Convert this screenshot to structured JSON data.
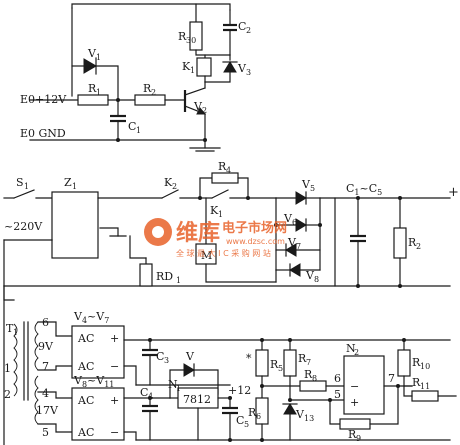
{
  "top_circuit": {
    "supply_label": "E0+12V",
    "ground_label": "E0  GND",
    "r30": "R",
    "r30_sub": "30",
    "c2": "C",
    "c2_sub": "2",
    "k1": "K",
    "k1_sub": "1",
    "v3": "V",
    "v3_sub": "3",
    "v1": "V",
    "v1_sub": "1",
    "r1": "R",
    "r1_sub": "1",
    "r2": "R",
    "r2_sub": "2",
    "c1": "C",
    "c1_sub": "1",
    "v2": "V",
    "v2_sub": "2"
  },
  "main_circuit": {
    "s1": "S",
    "s1_sub": "1",
    "z1": "Z",
    "z1_sub": "1",
    "mains": "~220V",
    "k2": "K",
    "k2_sub": "2",
    "k1": "K",
    "k1_sub": "1",
    "r4": "R",
    "r4_sub": "4",
    "motor": "M",
    "rd": "RD",
    "rd_sub": "1",
    "v5": "V",
    "v5_sub": "5",
    "v6": "V",
    "v6_sub": "6",
    "v7": "V",
    "v7_sub": "7",
    "v8": "V",
    "v8_sub": "8",
    "c_bank": "C",
    "c_bank_sub1": "1",
    "c_bank_dash": "~C",
    "c_bank_sub2": "5",
    "r2": "R",
    "r2_sub": "2",
    "plus": "+"
  },
  "lower_circuit": {
    "t1": "T",
    "t1_sub": "1",
    "pin6": "6",
    "pin7": "7",
    "pin4": "4",
    "pin5": "5",
    "pin1": "1",
    "pin2": "2",
    "v9": "9V",
    "v17": "17V",
    "bridge1": "V",
    "bridge1_sub1": "4",
    "bridge1_dash": "~V",
    "bridge1_sub2": "7",
    "bridge2": "V",
    "bridge2_sub1": "8",
    "bridge2_dash": "~V",
    "bridge2_sub2": "11",
    "ac": "AC",
    "plus_sign": "+",
    "minus_sign": "−",
    "c3": "C",
    "c3_sub": "3",
    "c4": "C",
    "c4_sub": "4",
    "c5": "C",
    "c5_sub": "5",
    "v": "V",
    "n1": "N",
    "n1_sub": "1",
    "reg": "7812",
    "plus12": "+12",
    "star": "*",
    "r5": "R",
    "r5_sub": "5",
    "r6": "R",
    "r6_sub": "6",
    "r7": "R",
    "r7_sub": "7",
    "r8": "R",
    "r8_sub": "8",
    "r9": "R",
    "r9_sub": "9",
    "r10": "R",
    "r10_sub": "10",
    "r11": "R",
    "r11_sub": "11",
    "v13": "V",
    "v13_sub": "13",
    "n2": "N",
    "n2_sub": "2",
    "op_in6": "6",
    "op_in5": "5",
    "op_out7": "7",
    "op_minus": "−",
    "op_plus": "+"
  },
  "watermark": {
    "brand": "维库",
    "brand2": "电子市场网",
    "url": "www.dzsc.com",
    "tagline": "全 球 最 大 I C 采 购 网 站",
    "accent": "#e8622a"
  }
}
